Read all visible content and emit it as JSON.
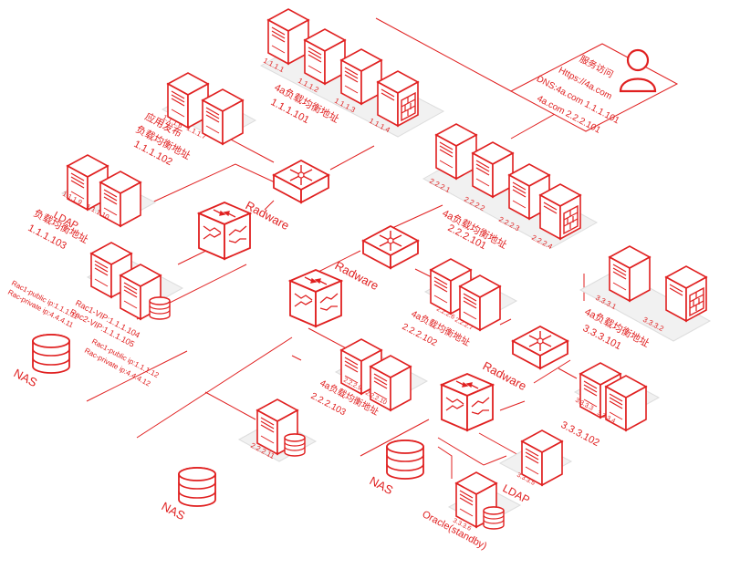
{
  "accent_color": "#e02020",
  "access_box": {
    "title": "服务访问",
    "lines": [
      "Https://4a.com",
      "DNS:4a.com 1.1.1.101",
      "4a.com 2.2.2.101"
    ]
  },
  "user_icon": "user-icon",
  "group1": {
    "servers": [
      "1.1.1.1",
      "1.1.1.2",
      "1.1.1.3",
      "1.1.1.4"
    ],
    "title": "4a负载均衡地址",
    "vip": "1.1.1.101"
  },
  "group_app": {
    "servers": [
      "1.1.1.6",
      "1.1.1.7"
    ],
    "title1": "应用发布",
    "title2": "负载均衡地址",
    "vip": "1.1.1.102"
  },
  "group_ldap": {
    "servers": [
      "1.1.1.9",
      "1.1.1.10"
    ],
    "title1": "LDAP",
    "title2": "负载均衡地址",
    "vip": "1.1.1.103"
  },
  "radware1": {
    "label": "Radware"
  },
  "rac": {
    "lines": [
      "Rac1-VIP:1.1.1.104",
      "Rac2-VIP:1.1.1.105",
      "Rac1-public ip:1.1.1.11",
      "Rac-private ip:4.4.4.11"
    ],
    "lines_b": [
      "Rac1-public ip:1.1.1.12",
      "Rac-private ip:4.4.4.12"
    ]
  },
  "nas1": {
    "label": "NAS"
  },
  "group2": {
    "servers": [
      "2.2.2.1",
      "2.2.2.2",
      "2.2.2.3",
      "2.2.2.4"
    ],
    "title": "4a负载均衡地址",
    "vip": "2.2.2.101"
  },
  "radware2": {
    "label": "Radware"
  },
  "group2b": {
    "servers": [
      "2.2.2.6",
      "2.2.2.7"
    ],
    "title": "4a负载均衡地址",
    "vip": "2.2.2.102"
  },
  "group2c": {
    "servers": [
      "2.2.2.9",
      "2.2.2.10"
    ],
    "title": "4a负载均衡地址",
    "vip": "2.2.2.103"
  },
  "db2": {
    "label": "2.2.2.11"
  },
  "nas2": {
    "label": "NAS"
  },
  "group3": {
    "servers": [
      "3.3.3.1",
      "3.3.3.2"
    ],
    "title": "4a负载均衡地址",
    "vip": "3.3.3.101"
  },
  "radware3": {
    "label": "Radware"
  },
  "group3b": {
    "servers": [
      "3.3.3.3",
      "3.3.3.4"
    ],
    "vip": "3.3.3.102"
  },
  "nas3": {
    "label": "NAS"
  },
  "ldap3": {
    "ip": "3.3.3.5",
    "label": "LDAP"
  },
  "oracle3": {
    "ip": "3.3.3.6",
    "label": "Oracle(standby)"
  }
}
